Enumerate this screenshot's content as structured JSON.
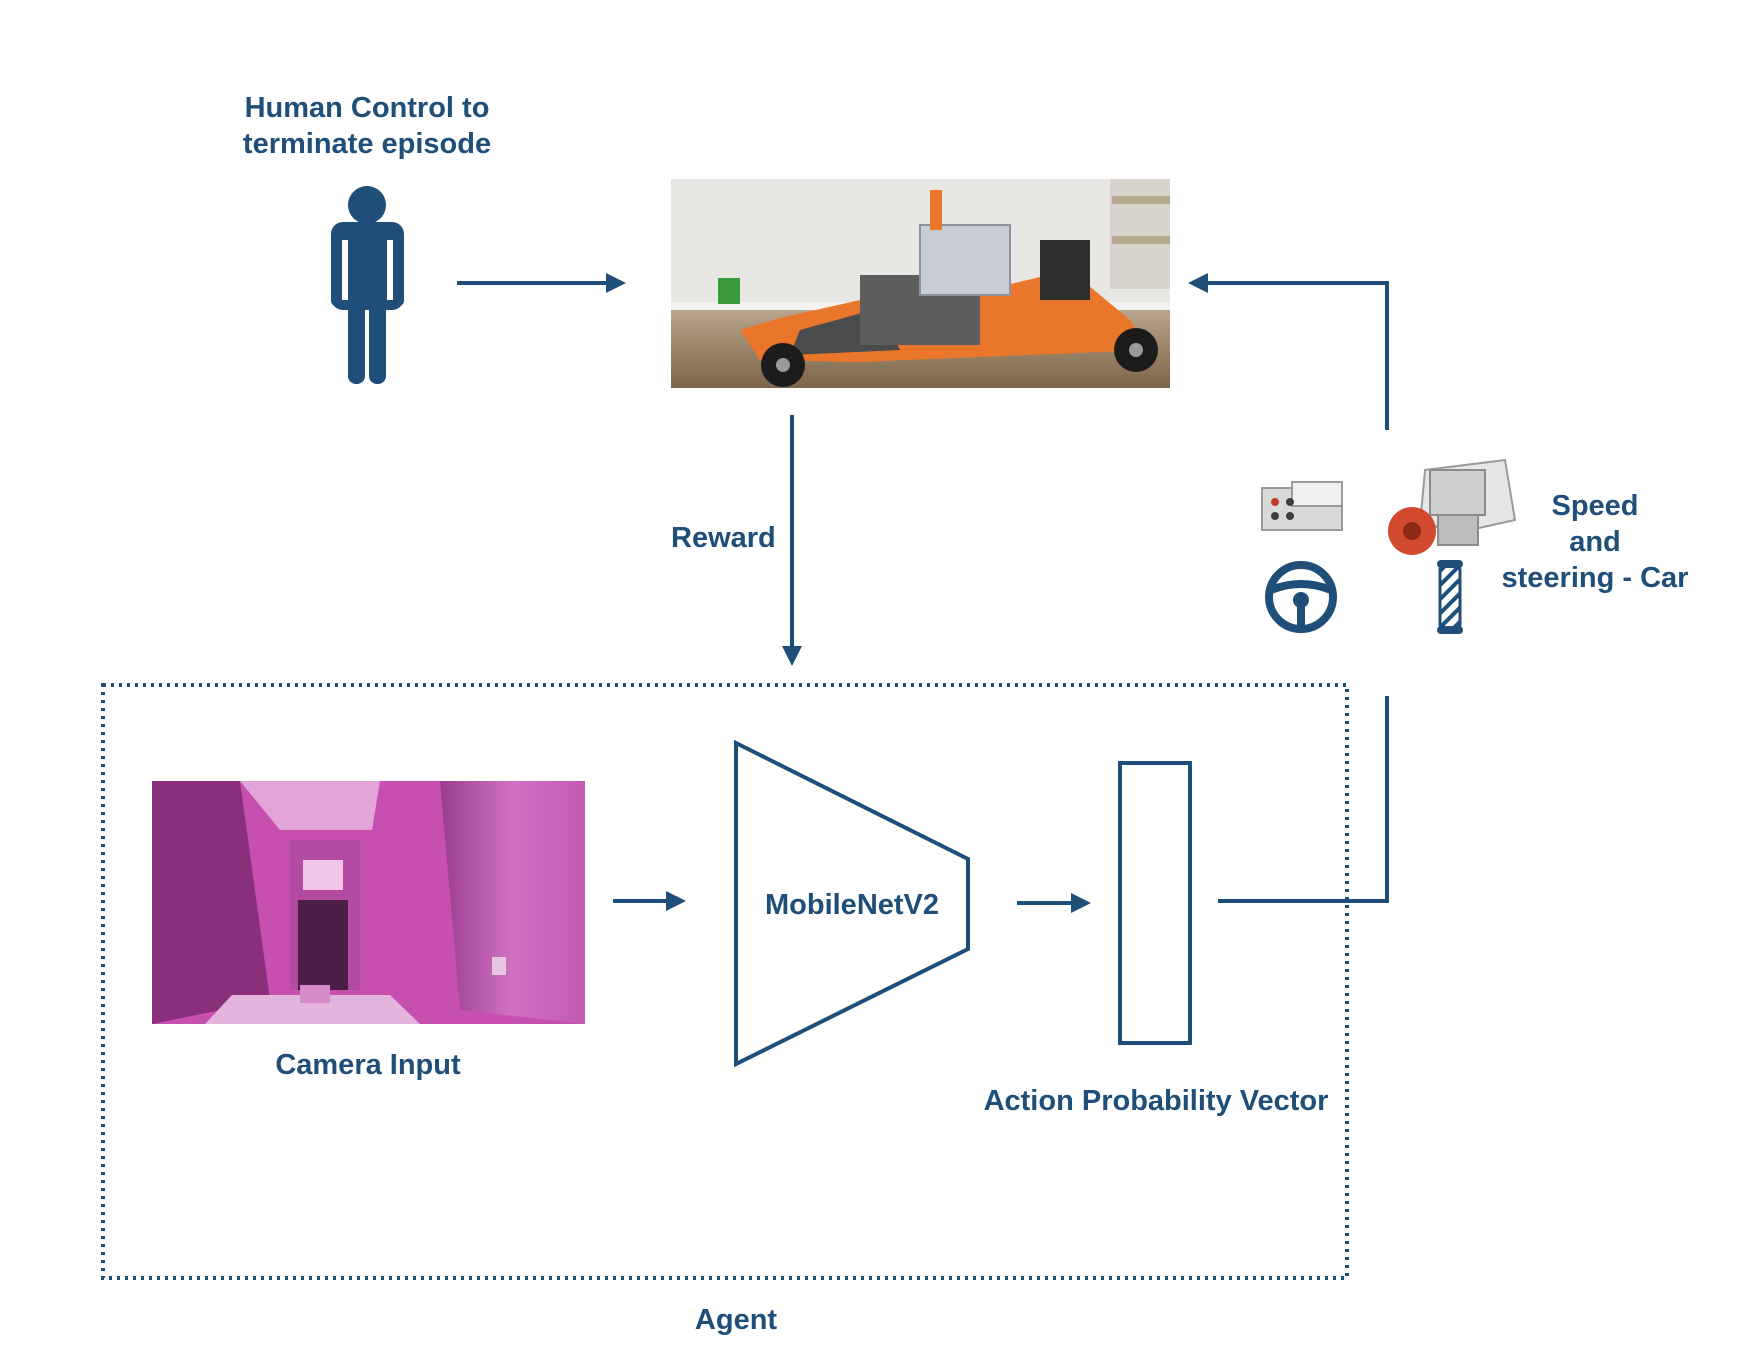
{
  "labels": {
    "human_control_line1": "Human Control to",
    "human_control_line2": "terminate episode",
    "reward": "Reward",
    "speed_line1": "Speed",
    "speed_line2": "and",
    "speed_line3": "steering - Car",
    "camera_input": "Camera Input",
    "mobilenet": "MobileNetV2",
    "action_vector": "Action Probability Vector",
    "agent": "Agent"
  },
  "icons": [
    "person-icon",
    "steering-wheel-icon",
    "barber-pole-icon",
    "sensor-brick-icon",
    "motor-icon"
  ],
  "colors": {
    "accent": "#1f4e79",
    "camera_tint": "#c64fb0",
    "car_orange": "#e9762b"
  }
}
